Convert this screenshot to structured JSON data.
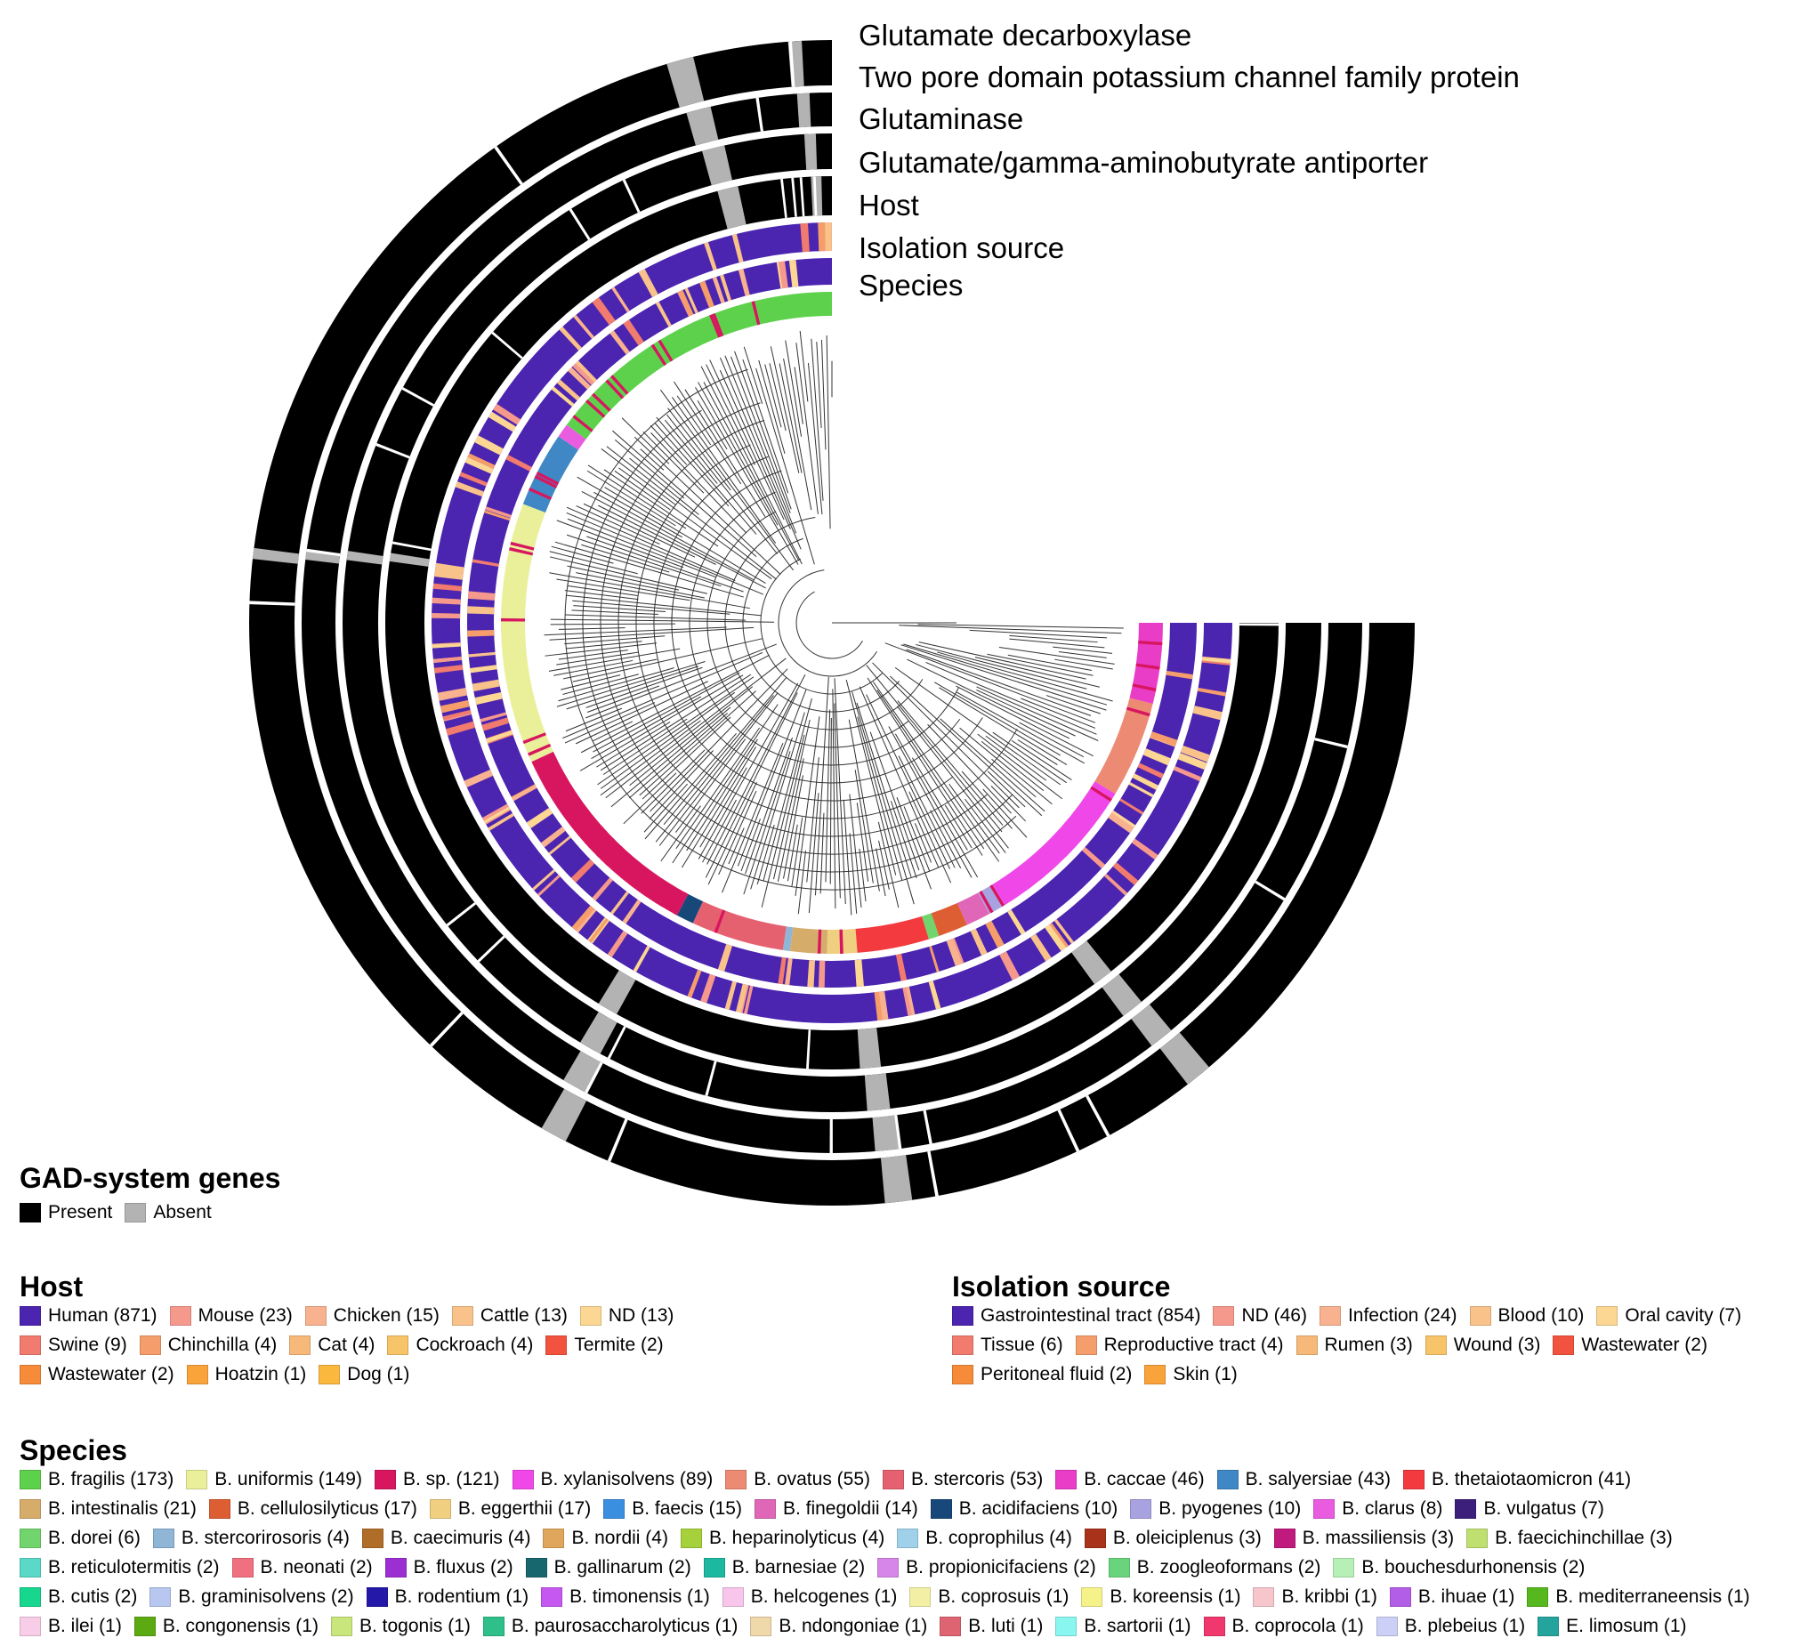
{
  "ring_labels": [
    "Glutamate decarboxylase",
    "Two pore domain potassium channel family protein",
    "Glutaminase",
    "Glutamate/gamma-aminobutyrate antiporter",
    "Host",
    "Isolation source",
    "Species"
  ],
  "gad_legend": {
    "title": "GAD-system genes",
    "items": [
      {
        "label": "Present",
        "color": "#000000"
      },
      {
        "label": "Absent",
        "color": "#b3b3b3"
      }
    ]
  },
  "host_legend": {
    "title": "Host",
    "rows": [
      [
        {
          "label": "Human (871)",
          "color": "#4b24b0"
        },
        {
          "label": "Mouse (23)",
          "color": "#f5998c"
        },
        {
          "label": "Chicken (15)",
          "color": "#f9b28f"
        },
        {
          "label": "Cattle (13)",
          "color": "#f9c28b"
        },
        {
          "label": "ND (13)",
          "color": "#fcd693"
        }
      ],
      [
        {
          "label": "Swine (9)",
          "color": "#f07b6e"
        },
        {
          "label": "Chinchilla (4)",
          "color": "#f59e6b"
        },
        {
          "label": "Cat (4)",
          "color": "#f7b97a"
        },
        {
          "label": "Cockroach (4)",
          "color": "#f8c46a"
        },
        {
          "label": "Termite (2)",
          "color": "#f2533f"
        }
      ],
      [
        {
          "label": "Wastewater (2)",
          "color": "#f68b3a"
        },
        {
          "label": "Hoatzin (1)",
          "color": "#f9a33b"
        },
        {
          "label": "Dog (1)",
          "color": "#fbb83f"
        }
      ]
    ]
  },
  "isolation_legend": {
    "title": "Isolation source",
    "rows": [
      [
        {
          "label": "Gastrointestinal tract (854)",
          "color": "#4b24b0"
        },
        {
          "label": "ND (46)",
          "color": "#f5998c"
        },
        {
          "label": "Infection (24)",
          "color": "#f9b28f"
        },
        {
          "label": "Blood (10)",
          "color": "#f9c28b"
        },
        {
          "label": "Oral cavity (7)",
          "color": "#fcd693"
        }
      ],
      [
        {
          "label": "Tissue (6)",
          "color": "#f07b6e"
        },
        {
          "label": "Reproductive tract (4)",
          "color": "#f59e6b"
        },
        {
          "label": "Rumen (3)",
          "color": "#f7b97a"
        },
        {
          "label": "Wound (3)",
          "color": "#f8c46a"
        },
        {
          "label": "Wastewater (2)",
          "color": "#f2533f"
        }
      ],
      [
        {
          "label": "Peritoneal fluid (2)",
          "color": "#f68b3a"
        },
        {
          "label": "Skin (1)",
          "color": "#f9a33b"
        }
      ]
    ]
  },
  "species_legend": {
    "title": "Species",
    "rows": [
      [
        {
          "label": "B. fragilis (173)",
          "color": "#5ed14c"
        },
        {
          "label": "B. uniformis (149)",
          "color": "#eaf09a"
        },
        {
          "label": "B. sp. (121)",
          "color": "#d81660"
        },
        {
          "label": "B. xylanisolvens (89)",
          "color": "#f048e8"
        },
        {
          "label": "B. ovatus (55)",
          "color": "#ec8a73"
        },
        {
          "label": "B. stercoris (53)",
          "color": "#e6616f"
        },
        {
          "label": "B. caccae (46)",
          "color": "#e93cc7"
        },
        {
          "label": "B. salyersiae (43)",
          "color": "#3f88c5"
        },
        {
          "label": "B. thetaiotaomicron (41)",
          "color": "#f23a3f"
        }
      ],
      [
        {
          "label": "B. intestinalis (21)",
          "color": "#d6ac6b"
        },
        {
          "label": "B. cellulosilyticus (17)",
          "color": "#dd5e33"
        },
        {
          "label": "B. eggerthii (17)",
          "color": "#f0cf80"
        },
        {
          "label": "B. faecis (15)",
          "color": "#3b8fe0"
        },
        {
          "label": "B. finegoldii (14)",
          "color": "#e067b8"
        },
        {
          "label": "B. acidifaciens (10)",
          "color": "#18487a"
        },
        {
          "label": "B. pyogenes (10)",
          "color": "#a9a2e0"
        },
        {
          "label": "B. clarus (8)",
          "color": "#e95ce0"
        },
        {
          "label": "B. vulgatus (7)",
          "color": "#3c1f7a"
        }
      ],
      [
        {
          "label": "B. dorei (6)",
          "color": "#72d46c"
        },
        {
          "label": "B. stercorirosoris (4)",
          "color": "#8fb6d6"
        },
        {
          "label": "B. caecimuris (4)",
          "color": "#b06d28"
        },
        {
          "label": "B. nordii (4)",
          "color": "#e0a75c"
        },
        {
          "label": "B. heparinolyticus (4)",
          "color": "#a6d13a"
        },
        {
          "label": "B. coprophilus (4)",
          "color": "#9fd2ea"
        },
        {
          "label": "B. oleiciplenus (3)",
          "color": "#a8331a"
        },
        {
          "label": "B. massiliensis (3)",
          "color": "#c01a7f"
        },
        {
          "label": "B. faecichinchillae (3)",
          "color": "#bfe070"
        }
      ],
      [
        {
          "label": "B. reticulotermitis (2)",
          "color": "#5ad8c8"
        },
        {
          "label": "B. neonati (2)",
          "color": "#f0707f"
        },
        {
          "label": "B. fluxus (2)",
          "color": "#9b2fd1"
        },
        {
          "label": "B. gallinarum (2)",
          "color": "#17686e"
        },
        {
          "label": "B. barnesiae (2)",
          "color": "#1cb8a0"
        },
        {
          "label": "B. propionicifaciens (2)",
          "color": "#d686e8"
        },
        {
          "label": "B. zoogleoformans (2)",
          "color": "#6ad47c"
        },
        {
          "label": "B. bouchesdurhonensis (2)",
          "color": "#b6f0b6"
        }
      ],
      [
        {
          "label": "B. cutis (2)",
          "color": "#17d68e"
        },
        {
          "label": "B. graminisolvens (2)",
          "color": "#b8c7f0"
        },
        {
          "label": "B. rodentium (1)",
          "color": "#2418a8"
        },
        {
          "label": "B. timonensis (1)",
          "color": "#c458f0"
        },
        {
          "label": "B. helcogenes (1)",
          "color": "#f7c6ea"
        },
        {
          "label": "B. coprosuis (1)",
          "color": "#f3f0a6"
        },
        {
          "label": "B. koreensis (1)",
          "color": "#f6f28a"
        },
        {
          "label": "B. kribbi (1)",
          "color": "#f6c6cc"
        },
        {
          "label": "B. ihuae (1)",
          "color": "#b35ee6"
        },
        {
          "label": "B. mediterraneensis (1)",
          "color": "#56b81e"
        }
      ],
      [
        {
          "label": "B. ilei (1)",
          "color": "#f8cde8"
        },
        {
          "label": "B. congonensis (1)",
          "color": "#5caa12"
        },
        {
          "label": "B. togonis (1)",
          "color": "#c9e67d"
        },
        {
          "label": "B. paurosaccharolyticus (1)",
          "color": "#2fbf8a"
        },
        {
          "label": "B. ndongoniae (1)",
          "color": "#efd8aa"
        },
        {
          "label": "B. luti (1)",
          "color": "#dd6470"
        },
        {
          "label": "B. sartorii (1)",
          "color": "#8af6f0"
        },
        {
          "label": "B. coprocola (1)",
          "color": "#f0386e"
        },
        {
          "label": "B. plebeius (1)",
          "color": "#ccd0f6"
        },
        {
          "label": "E. limosum (1)",
          "color": "#24a49c"
        }
      ]
    ]
  }
}
